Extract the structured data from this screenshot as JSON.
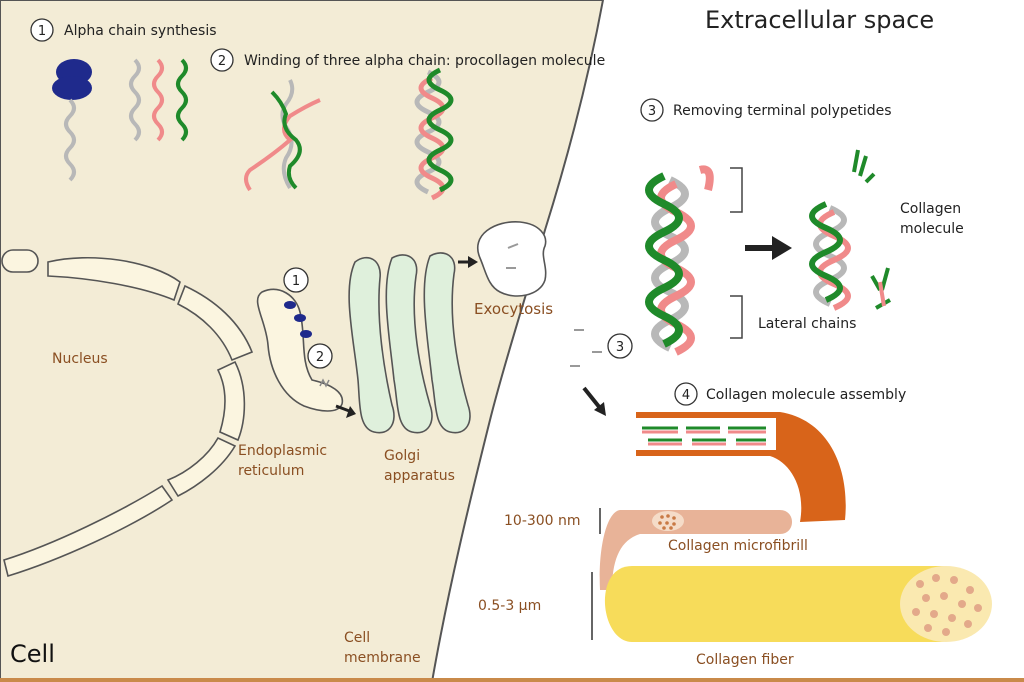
{
  "title": "Extracellular space",
  "cell_label": "Cell",
  "steps": {
    "s1": {
      "num": "1",
      "text": "Alpha chain synthesis"
    },
    "s2": {
      "num": "2",
      "text": "Winding of three alpha chain: procollagen molecule"
    },
    "s3": {
      "num": "3",
      "text": "Removing terminal polypetides"
    },
    "s4": {
      "num": "4",
      "text": "Collagen molecule assembly"
    }
  },
  "labels": {
    "nucleus": "Nucleus",
    "er_line1": "Endoplasmic",
    "er_line2": "reticulum",
    "golgi_line1": "Golgi",
    "golgi_line2": "apparatus",
    "exocytosis": "Exocytosis",
    "membrane_line1": "Cell",
    "membrane_line2": "membrane",
    "collagen_mol_line1": "Collagen",
    "collagen_mol_line2": "molecule",
    "lateral_chains": "Lateral chains",
    "microfibril": "Collagen microfibrill",
    "fiber": "Collagen fiber",
    "size_microfibril": "10-300 nm",
    "size_fiber": "0.5-3 µm"
  },
  "colors": {
    "cytoplasm": "#f3ecd6",
    "organelle": "#fbf5e0",
    "golgi": "#dff0dc",
    "chain_grey": "#b8b8b8",
    "chain_pink": "#f08a8a",
    "chain_green": "#1f8a2a",
    "ribosome": "#1f2a8c",
    "fibril_orange": "#d8641a",
    "microfibril": "#e8b398",
    "fiber": "#f7dc5a"
  }
}
